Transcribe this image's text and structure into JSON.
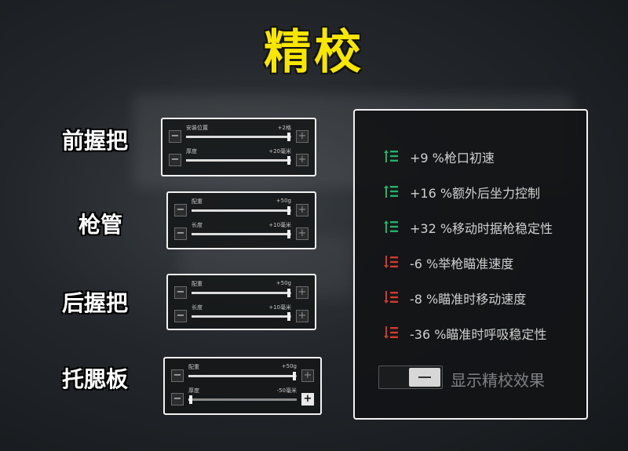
{
  "title": "精校",
  "sections": [
    {
      "label": "前握把",
      "sliders": [
        {
          "name": "安装位置",
          "value": "+2格",
          "fraction": 0.98,
          "plus_active": false
        },
        {
          "name": "厚度",
          "value": "+20毫米",
          "fraction": 0.98,
          "plus_active": false
        }
      ]
    },
    {
      "label": "枪管",
      "sliders": [
        {
          "name": "配重",
          "value": "+50g",
          "fraction": 0.98,
          "plus_active": false
        },
        {
          "name": "长度",
          "value": "+10毫米",
          "fraction": 0.98,
          "plus_active": false
        }
      ]
    },
    {
      "label": "后握把",
      "sliders": [
        {
          "name": "配重",
          "value": "+50g",
          "fraction": 0.98,
          "plus_active": false
        },
        {
          "name": "长度",
          "value": "+10毫米",
          "fraction": 0.98,
          "plus_active": false
        }
      ]
    },
    {
      "label": "托腮板",
      "sliders": [
        {
          "name": "配重",
          "value": "+50g",
          "fraction": 0.98,
          "plus_active": false
        },
        {
          "name": "厚度",
          "value": "-50毫米",
          "fraction": 0.02,
          "plus_active": true
        }
      ]
    }
  ],
  "effects": [
    {
      "text": "+9 %枪口初速",
      "type": "positive"
    },
    {
      "text": "+16 %额外后坐力控制",
      "type": "positive"
    },
    {
      "text": "+32 %移动时据枪稳定性",
      "type": "positive"
    },
    {
      "text": "-6 %举枪瞄准速度",
      "type": "negative"
    },
    {
      "text": "-8 %瞄准时移动速度",
      "type": "negative"
    },
    {
      "text": "-36 %瞄准时呼吸稳定性",
      "type": "negative"
    }
  ],
  "toggle": {
    "label": "显示精校效果"
  },
  "colors": {
    "title": "#f7e600",
    "positive": "#1fb36b",
    "negative": "#d23a2e"
  },
  "icons": {
    "positive": "stat-up-icon",
    "negative": "stat-down-icon",
    "minus": "minus-icon",
    "plus": "plus-icon"
  }
}
